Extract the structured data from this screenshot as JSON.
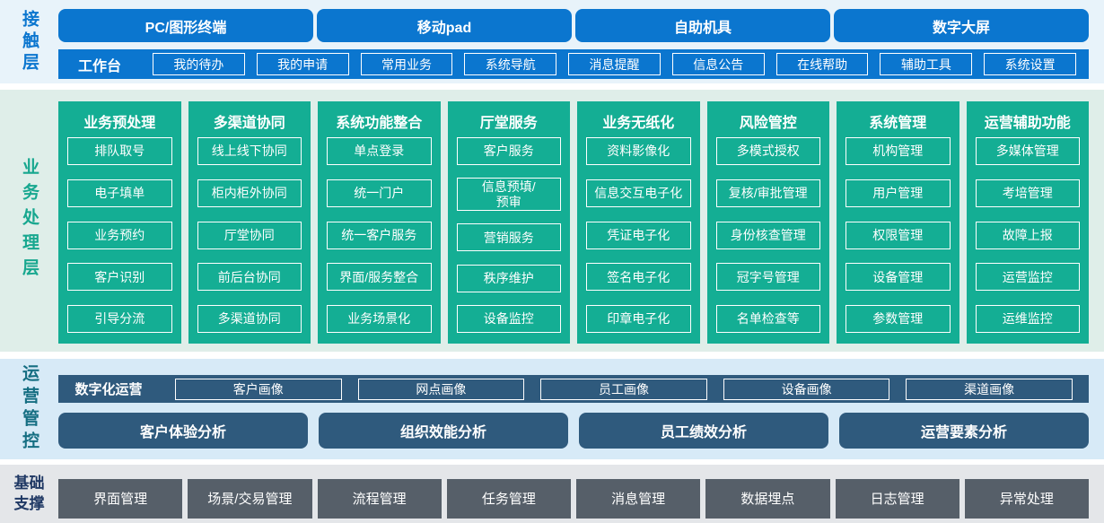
{
  "colors": {
    "accent_blue": "#0b76cf",
    "green": "#14ae94",
    "dark_blue": "#2f5a7d",
    "gray": "#565f69",
    "band_contact_bg": "#e8f3fa",
    "band_business_bg": "#dfeee9",
    "band_ops_bg": "#d7eaf7",
    "band_foundation_bg": "#e4e6e9",
    "label_blue": "#0b76cf",
    "label_green": "#17a78f",
    "label_teal": "#156e82",
    "label_navy": "#1f3864"
  },
  "contact_layer": {
    "label": "接触层",
    "devices": [
      "PC/图形终端",
      "移动pad",
      "自助机具",
      "数字大屏"
    ],
    "workbench": {
      "label": "工作台",
      "items": [
        "我的待办",
        "我的申请",
        "常用业务",
        "系统导航",
        "消息提醒",
        "信息公告",
        "在线帮助",
        "辅助工具",
        "系统设置"
      ]
    }
  },
  "business_layer": {
    "label": "业务处理层",
    "columns": [
      {
        "title": "业务预处理",
        "items": [
          "排队取号",
          "电子填单",
          "业务预约",
          "客户识别",
          "引导分流"
        ]
      },
      {
        "title": "多渠道协同",
        "items": [
          "线上线下协同",
          "柜内柜外协同",
          "厅堂协同",
          "前后台协同",
          "多渠道协同"
        ]
      },
      {
        "title": "系统功能整合",
        "items": [
          "单点登录",
          "统一门户",
          "统一客户服务",
          "界面/服务整合",
          "业务场景化"
        ]
      },
      {
        "title": "厅堂服务",
        "items": [
          "客户服务",
          "信息预填/\n预审",
          "营销服务",
          "秩序维护",
          "设备监控"
        ]
      },
      {
        "title": "业务无纸化",
        "items": [
          "资料影像化",
          "信息交互电子化",
          "凭证电子化",
          "签名电子化",
          "印章电子化"
        ]
      },
      {
        "title": "风险管控",
        "items": [
          "多模式授权",
          "复核/审批管理",
          "身份核查管理",
          "冠字号管理",
          "名单检查等"
        ]
      },
      {
        "title": "系统管理",
        "items": [
          "机构管理",
          "用户管理",
          "权限管理",
          "设备管理",
          "参数管理"
        ]
      },
      {
        "title": "运营辅助功能",
        "items": [
          "多媒体管理",
          "考培管理",
          "故障上报",
          "运营监控",
          "运维监控"
        ]
      }
    ]
  },
  "operations_layer": {
    "label": "运营管控",
    "digital_ops": {
      "label": "数字化运营",
      "items": [
        "客户画像",
        "网点画像",
        "员工画像",
        "设备画像",
        "渠道画像"
      ]
    },
    "analyses": [
      "客户体验分析",
      "组织效能分析",
      "员工绩效分析",
      "运营要素分析"
    ]
  },
  "foundation_layer": {
    "label": "基础支撑",
    "items": [
      "界面管理",
      "场景/交易管理",
      "流程管理",
      "任务管理",
      "消息管理",
      "数据埋点",
      "日志管理",
      "异常处理"
    ]
  }
}
